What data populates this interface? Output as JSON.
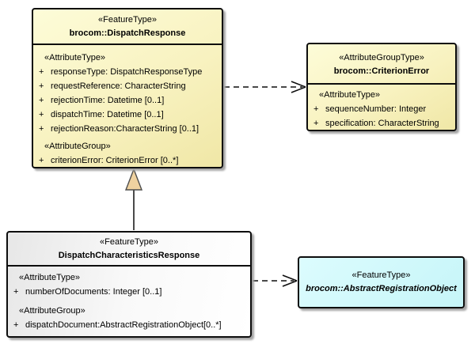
{
  "diagram": {
    "type": "uml-class-diagram",
    "background": "#FFFFFF"
  },
  "ui": {
    "plus": "+"
  },
  "colors": {
    "box_yellow_light": "#FDFCD8",
    "box_yellow_dark": "#F0E7A6",
    "box_white_light": "#FFFFFF",
    "box_white_dark": "#E7E7E7",
    "box_cyan": "#C6F5F8",
    "border": "#0D0D0D",
    "shadow": "#A6A6A6",
    "generalization_triangle_fill": "#EFD2A0",
    "text": "#000000"
  },
  "boxes": {
    "dispatch_response": {
      "stereotype": "«FeatureType»",
      "title": "brocom::DispatchResponse",
      "attr_type_label": "«AttributeType»",
      "attributes": [
        "responseType: DispatchResponseType",
        "requestReference: CharacterString",
        "rejectionTime: Datetime [0..1]",
        "dispatchTime: Datetime [0..1]",
        "rejectionReason:CharacterString [0..1]"
      ],
      "attr_group_label": "«AttributeGroup»",
      "group_attributes": [
        "criterionError: CriterionError [0..*]"
      ]
    },
    "criterion_error": {
      "stereotype": "«AttributeGroupType»",
      "title": "brocom::CriterionError",
      "attr_type_label": "«AttributeType»",
      "attributes": [
        "sequenceNumber: Integer",
        "specification: CharacterString"
      ]
    },
    "dispatch_characteristics_response": {
      "stereotype": "«FeatureType»",
      "title": "DispatchCharacteristicsResponse",
      "attr_type_label": "«AttributeType»",
      "attributes": [
        "numberOfDocuments: Integer [0..1]"
      ],
      "attr_group_label": "«AttributeGroup»",
      "group_attributes": [
        "dispatchDocument:AbstractRegistrationObject[0..*]"
      ]
    },
    "abstract_registration_object": {
      "stereotype": "«FeatureType»",
      "title": "brocom::AbstractRegistrationObject"
    }
  },
  "connectors": [
    {
      "type": "generalization",
      "from": "DispatchCharacteristicsResponse",
      "to": "brocom::DispatchResponse"
    },
    {
      "type": "dependency",
      "from": "brocom::DispatchResponse",
      "to": "brocom::CriterionError"
    },
    {
      "type": "dependency",
      "from": "DispatchCharacteristicsResponse",
      "to": "brocom::AbstractRegistrationObject"
    }
  ]
}
